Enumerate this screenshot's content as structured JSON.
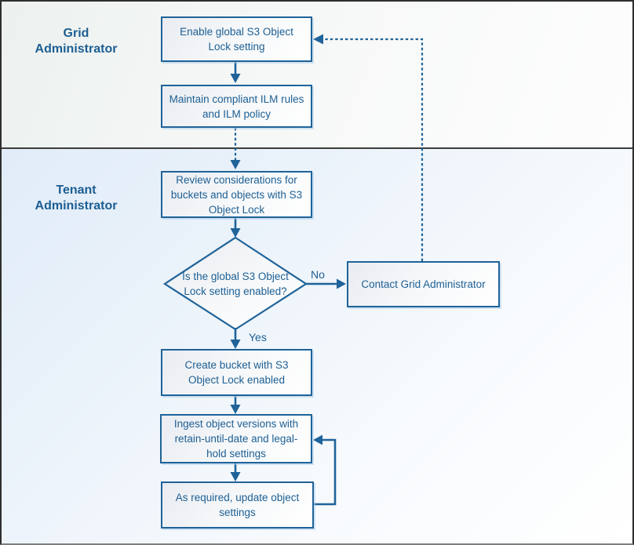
{
  "lanes": {
    "grid": {
      "label": "Grid Administrator"
    },
    "tenant": {
      "label": "Tenant Administrator"
    }
  },
  "nodes": {
    "enable_global": "Enable global S3 Object Lock setting",
    "maintain_ilm": "Maintain compliant ILM rules and ILM policy",
    "review_considerations": "Review considerations for buckets and objects with S3 Object Lock",
    "decision": "Is the global S3 Object Lock setting enabled?",
    "contact_grid": "Contact Grid Administrator",
    "create_bucket": "Create bucket with S3 Object Lock enabled",
    "ingest_versions": "Ingest object versions with retain-until-date and legal-hold settings",
    "update_objects": "As required, update object settings"
  },
  "edge_labels": {
    "no": "No",
    "yes": "Yes"
  },
  "colors": {
    "shape_stroke": "#1F6399",
    "shape_text": "#1E6094",
    "lane_label_text": "#1C5E92",
    "lane_grid_bg": "#ECF1EF",
    "lane_tenant_bg": "#E1ECF8",
    "frame_border": "#2E2E2E"
  }
}
